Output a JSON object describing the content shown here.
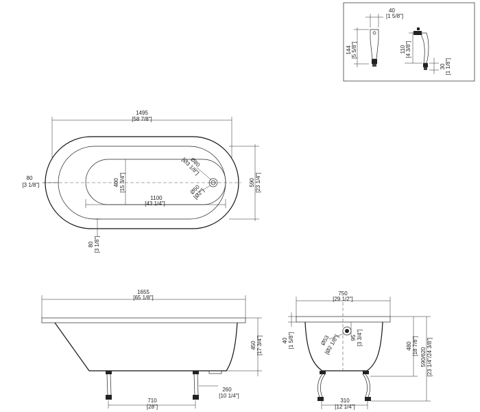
{
  "detail": {
    "width": {
      "mm": "40",
      "in": "[1 5/8\"]"
    },
    "height": {
      "mm": "144",
      "in": "[5 5/8\"]"
    },
    "reach": {
      "mm": "110",
      "in": "[4 3/8\"]"
    },
    "foot": {
      "mm": "30",
      "in": "[1 1/8\"]"
    }
  },
  "top_view": {
    "length": {
      "mm": "1495",
      "in": "[58 7/8\"]"
    },
    "rim_left": {
      "mm": "80",
      "in": "[3 1/8\"]"
    },
    "rim_bottom": {
      "mm": "80",
      "in": "[3 1/8\"]"
    },
    "width": {
      "mm": "590",
      "in": "[23 1/4\"]"
    },
    "basin_width": {
      "mm": "400",
      "in": "[15 3/4\"]"
    },
    "basin_length": {
      "mm": "1100",
      "in": "[43 1/4\"]"
    },
    "overflow": {
      "mm": "Ø80",
      "in": "[Ø3 1/8\"]"
    },
    "drain": {
      "mm": "Ø50",
      "in": "[Ø2\"]"
    }
  },
  "side_view": {
    "length": {
      "mm": "1655",
      "in": "[65 1/8\"]"
    },
    "height": {
      "mm": "450",
      "in": "[17 3/4\"]"
    },
    "foot_spacing": {
      "mm": "710",
      "in": "[28\"]"
    },
    "foot_offset": {
      "mm": "260",
      "in": "[10 1/4\"]"
    }
  },
  "end_view": {
    "width": {
      "mm": "750",
      "in": "[29 1/2\"]"
    },
    "rim": {
      "mm": "40",
      "in": "[1 5/8\"]"
    },
    "drain": {
      "mm": "Ø53",
      "in": "[Ø2 1/8\"]"
    },
    "drain_height": {
      "mm": "95",
      "in": "[3 3/4\"]"
    },
    "depth": {
      "mm": "480",
      "in": "[18 7/8\"]"
    },
    "total_height": {
      "mm": "590/620",
      "in": "[23 1/4\"/24 3/8\"]"
    },
    "foot_spacing": {
      "mm": "310",
      "in": "[12 1/4\"]"
    }
  }
}
